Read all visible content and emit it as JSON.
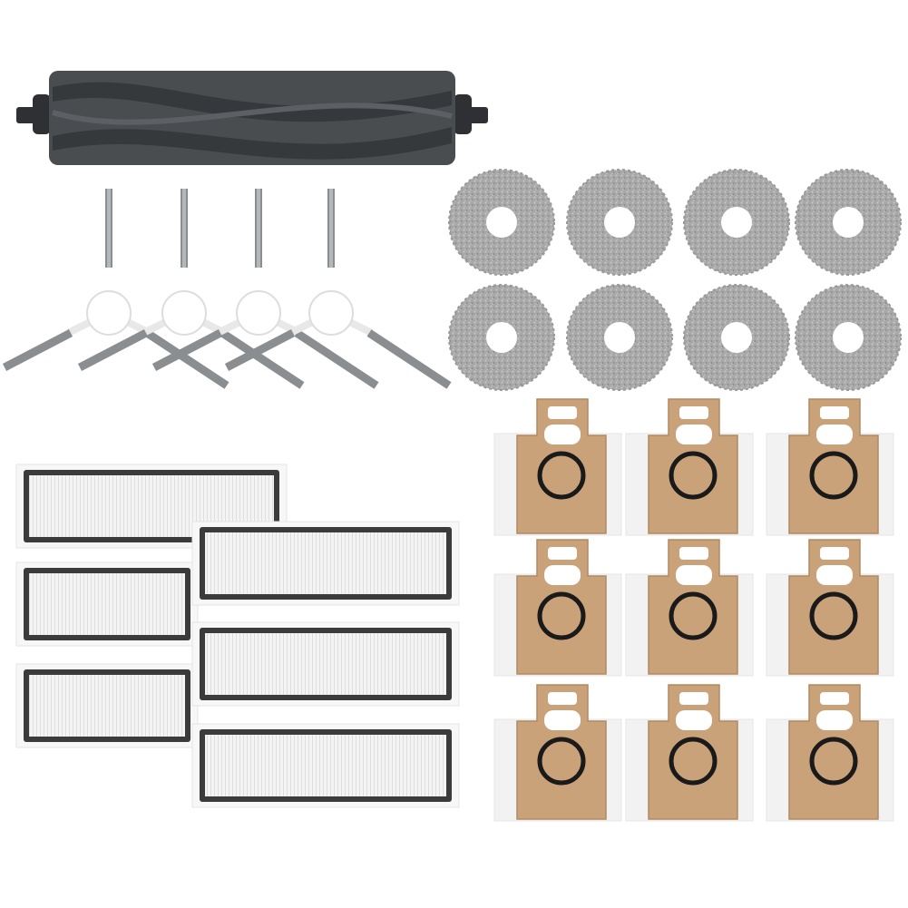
{
  "scene": {
    "description_items": [
      {
        "name": "main-roller-brush",
        "count": 1
      },
      {
        "name": "side-brush",
        "count": 4
      },
      {
        "name": "mop-pad",
        "count": 8
      },
      {
        "name": "hepa-filter",
        "count": 6
      },
      {
        "name": "dust-bag",
        "count": 9
      }
    ]
  },
  "colors": {
    "background": "#ffffff",
    "roller_body": "#4a4d50",
    "roller_dark": "#2e3033",
    "brush_hub": "#ffffff",
    "bristle": "#8a8e91",
    "mop": "#a9a9a9",
    "filter_frame": "#3b3b3b",
    "filter_mesh": "#d9d9d9",
    "bag_kraft": "#c9a27a",
    "bag_backing": "#f2f2f2",
    "bag_ring": "#1a1a1a"
  }
}
